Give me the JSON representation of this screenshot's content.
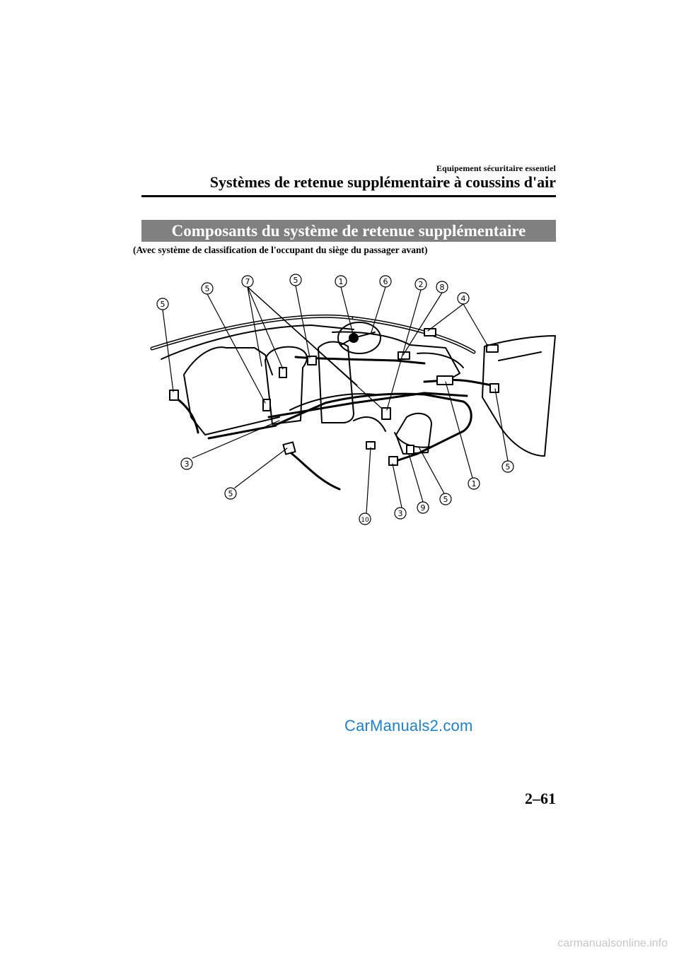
{
  "header": {
    "subtitle": "Equipement sécuritaire essentiel",
    "title": "Systèmes de retenue supplémentaire à coussins d'air"
  },
  "section": {
    "title": "Composants du système de retenue supplémentaire",
    "caption": "(Avec système de classification de l'occupant du siège du passager avant)"
  },
  "diagram": {
    "callouts": [
      "5",
      "5",
      "7",
      "5",
      "1",
      "6",
      "2",
      "8",
      "4",
      "3",
      "5",
      "10",
      "3",
      "9",
      "5",
      "1",
      "5"
    ]
  },
  "footer": {
    "page_number": "2–61",
    "watermark": "CarManuals2.com",
    "site_mark": "carmanualsonline.info"
  }
}
